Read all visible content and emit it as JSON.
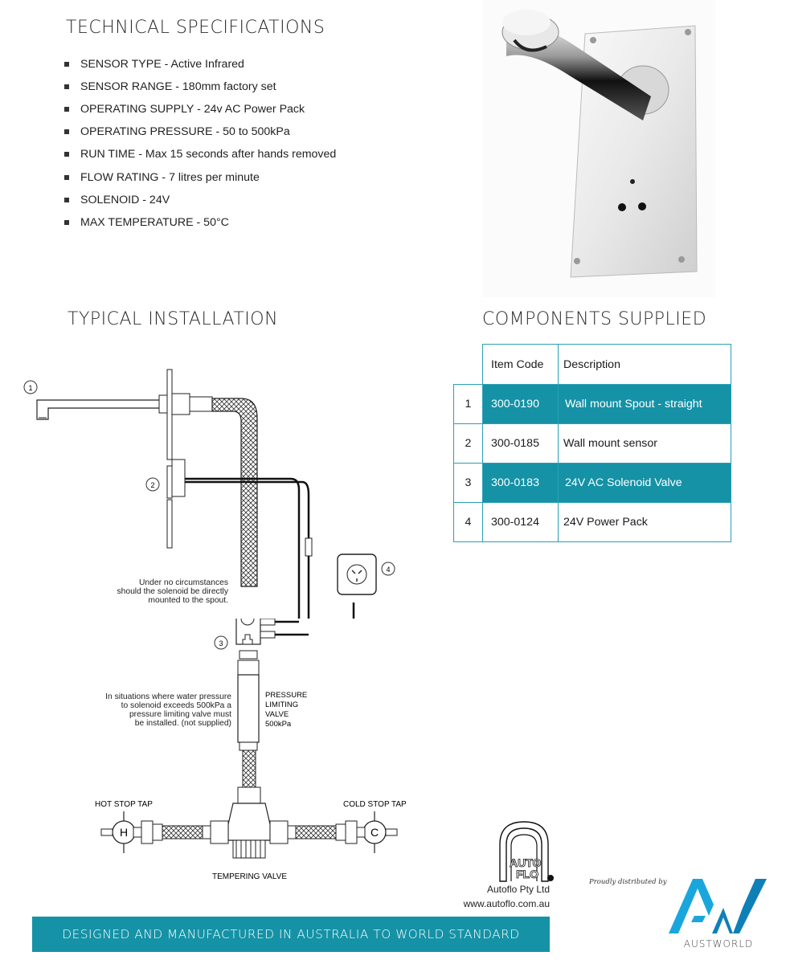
{
  "technical_specifications": {
    "title": "TECHNICAL SPECIFICATIONS",
    "items": [
      "SENSOR TYPE - Active Infrared",
      "SENSOR RANGE - 180mm factory set",
      "OPERATING SUPPLY - 24v AC Power Pack",
      "OPERATING PRESSURE - 50 to 500kPa",
      "RUN TIME - Max 15 seconds after hands removed",
      "FLOW RATING - 7 litres per minute",
      "SOLENOID - 24V",
      "MAX TEMPERATURE - 50°C"
    ]
  },
  "typical_installation": {
    "title": "TYPICAL INSTALLATION",
    "callouts": [
      "1",
      "2",
      "3",
      "4"
    ],
    "note_solenoid": [
      "Under no circumstances",
      "should the solenoid be directly",
      "mounted to the spout."
    ],
    "note_pressure": [
      "In situations where water pressure",
      "to solenoid exceeds 500kPa a",
      "pressure limiting valve must",
      "be installed. (not supplied)"
    ],
    "valve_label": [
      "PRESSURE",
      "LIMITING",
      "VALVE",
      "500kPa"
    ],
    "hot_label": "HOT STOP TAP",
    "cold_label": "COLD STOP TAP",
    "hot_letter": "H",
    "cold_letter": "C",
    "tempering_label": "TEMPERING VALVE"
  },
  "components_supplied": {
    "title": "COMPONENTS SUPPLIED",
    "columns": [
      "Item Code",
      "Description"
    ],
    "rows": [
      {
        "num": "1",
        "code": "300-0190",
        "desc": "Wall mount Spout - straight"
      },
      {
        "num": "2",
        "code": "300-0185",
        "desc": "Wall mount sensor"
      },
      {
        "num": "3",
        "code": "300-0183",
        "desc": "24V AC Solenoid Valve"
      },
      {
        "num": "4",
        "code": "300-0124",
        "desc": "24V Power Pack"
      }
    ],
    "highlight_color": "#1592a6"
  },
  "manufacturer": {
    "logo_text_top": "AUTO",
    "logo_text_bottom": "FLO",
    "name": "Autoflo Pty Ltd",
    "url": "www.autoflo.com.au"
  },
  "banner": {
    "text": "DESIGNED AND MANUFACTURED IN AUSTRALIA TO WORLD STANDARD",
    "color": "#1592a6"
  },
  "distributor": {
    "proudly": "Proudly distributed by",
    "name": "AUSTWORLD",
    "brand_color": "#1aa6dc"
  }
}
